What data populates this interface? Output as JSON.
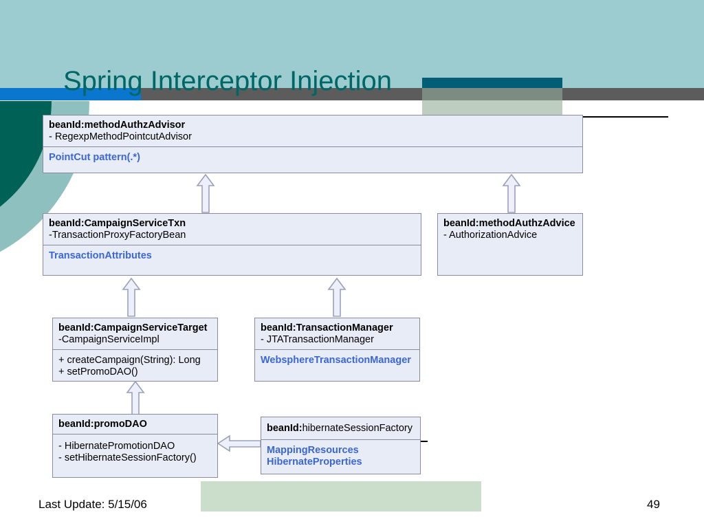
{
  "slide": {
    "title": "Spring Interceptor Injection",
    "footer_text": "Last Update: 5/15/06",
    "page_number": "49",
    "colors": {
      "header_bg": "#9ccccf",
      "title_text": "#006666",
      "bar_blue": "#0b76ce",
      "bar_gray": "#5c5c5c",
      "band_dark_teal": "#005f77",
      "band_olive": "#7d8c82",
      "band_pale": "#bdcdbf",
      "arc_dark": "#006257",
      "arc_light": "#8fc0c0",
      "box_fill": "#e8ecf7",
      "box_border": "#8a8a9e",
      "blue_text": "#3b66d6",
      "footer_green": "#cbdecb"
    }
  },
  "boxes": {
    "method_authz_advisor": {
      "bean_label": "beanId",
      "bean_sep": ":",
      "bean_name": "methodAuthzAdvisor",
      "sub": " - RegexpMethodPointcutAdvisor",
      "body_line1": "PointCut pattern(.*)"
    },
    "campaign_service_txn": {
      "bean_label": "beanId",
      "bean_sep": ":",
      "bean_name": "CampaignServiceTxn",
      "sub": "-TransactionProxyFactoryBean",
      "body_line1": "TransactionAttributes"
    },
    "method_authz_advice": {
      "bean_label": "beanId",
      "bean_sep": ":",
      "bean_name": "methodAuthzAdvice",
      "sub": " - AuthorizationAdvice"
    },
    "campaign_service_target": {
      "bean_label": "beanId",
      "bean_sep": ":",
      "bean_name": "CampaignServiceTarget",
      "sub": "-CampaignServiceImpl",
      "body_line1": "+ createCampaign(String): Long",
      "body_line2": "+ setPromoDAO()"
    },
    "transaction_manager": {
      "bean_label": "beanId",
      "bean_sep": ":",
      "bean_name": "TransactionManager",
      "sub": " - JTATransactionManager",
      "body_line1": "WebsphereTransactionManager"
    },
    "promo_dao": {
      "bean_label": "beanId",
      "bean_sep": ":",
      "bean_name": "promoDAO",
      "body_line1": "- HibernatePromotionDAO",
      "body_line2": "- setHibernateSessionFactory()"
    },
    "hibernate_session_factory": {
      "bean_label": "beanId",
      "bean_sep": ":",
      "bean_name": "hibernateSessionFactory",
      "body_line1": "MappingResources",
      "body_line2": "HibernateProperties"
    }
  },
  "connectors": [
    {
      "name": "arrow-campaign-txn-to-advisor",
      "direction": "up"
    },
    {
      "name": "arrow-authz-advice-to-advisor",
      "direction": "up"
    },
    {
      "name": "arrow-campaign-target-to-txn",
      "direction": "up"
    },
    {
      "name": "arrow-transaction-manager-to-txn",
      "direction": "up"
    },
    {
      "name": "arrow-promodao-to-campaign-target",
      "direction": "up"
    },
    {
      "name": "arrow-hibernate-to-promodao",
      "direction": "left"
    }
  ]
}
